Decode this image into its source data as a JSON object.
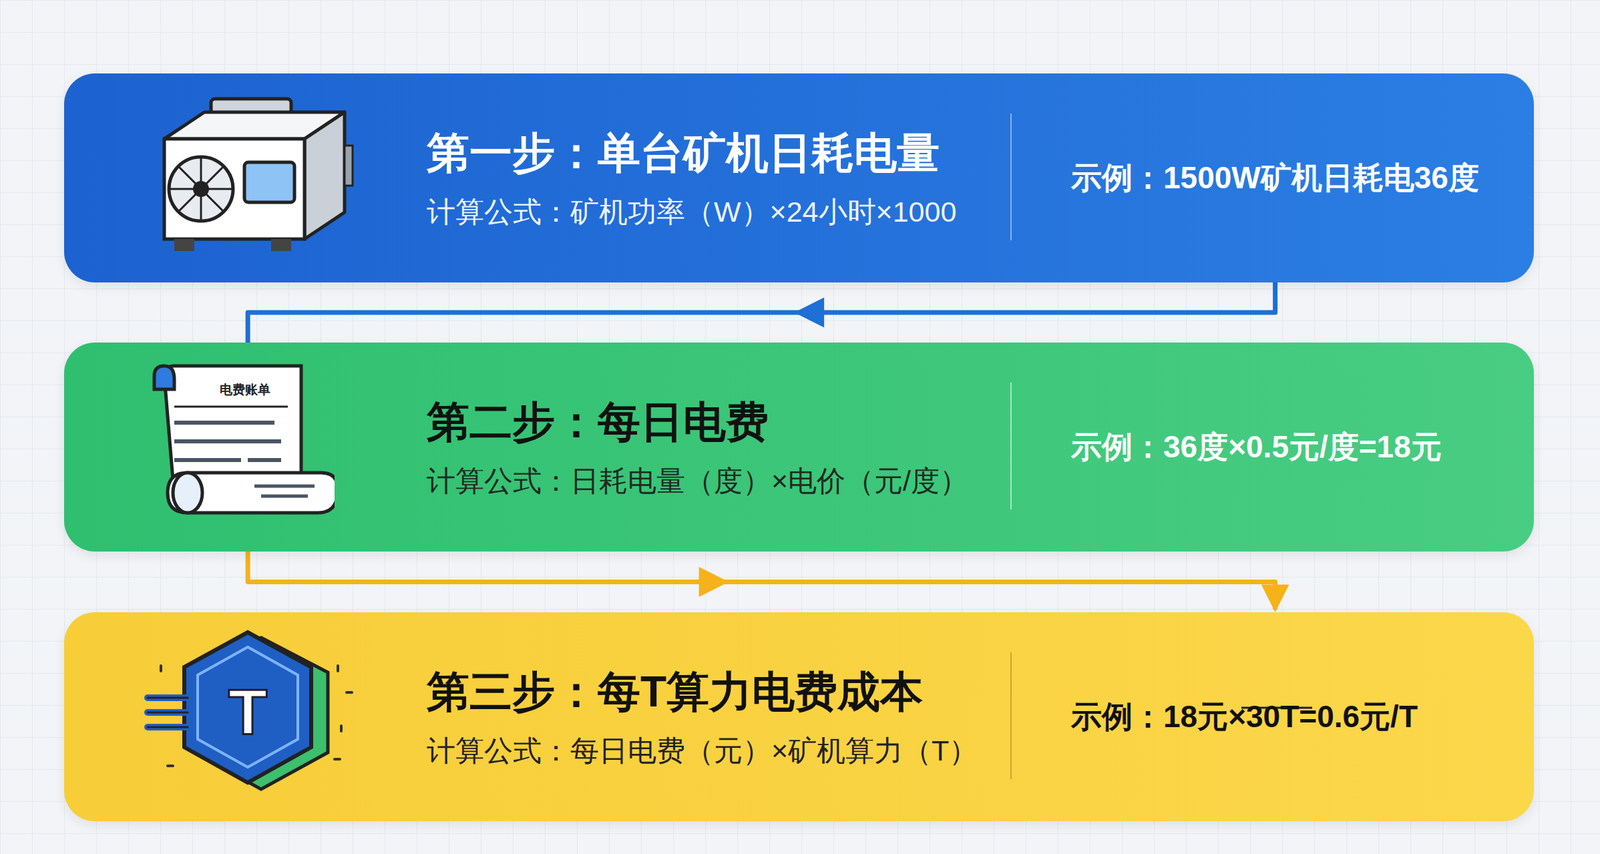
{
  "diagram": {
    "nodes": [
      {
        "text": [
          "第一步：单台矿机日耗电量",
          "计算公式：矿机功率（W）×24小时×1000",
          "示例：1500W矿机日耗电36度"
        ]
      },
      {
        "text": [
          "第二步：每日电费",
          "计算公式：日耗电量（度）×电价（元/度）",
          "示例：36度×0.5元/度=18元"
        ]
      },
      {
        "text": [
          "第三步：每T算力电费成本",
          "计算公式：每日电费（元）×矿机算力（T）",
          "示例：18元×30T=0.6元/T"
        ]
      }
    ],
    "edges": [
      {
        "from": 0,
        "to": 1,
        "arrow": "to"
      },
      {
        "from": 1,
        "to": 2,
        "arrow": "to"
      }
    ],
    "labels": [
      "电费账单",
      "T"
    ]
  }
}
